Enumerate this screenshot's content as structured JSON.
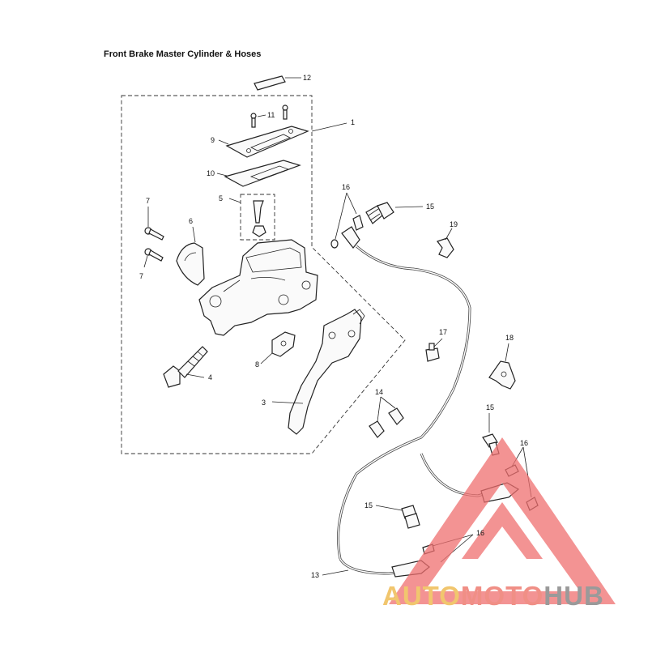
{
  "title": "Front Brake Master Cylinder & Hoses",
  "callouts": {
    "c1": "1",
    "c3": "3",
    "c4": "4",
    "c5": "5",
    "c6": "6",
    "c7a": "7",
    "c7b": "7",
    "c8": "8",
    "c9": "9",
    "c10": "10",
    "c11": "11",
    "c12": "12",
    "c13": "13",
    "c14": "14",
    "c15a": "15",
    "c15b": "15",
    "c15c": "15",
    "c16a": "16",
    "c16b": "16",
    "c16c": "16",
    "c17": "17",
    "c18": "18",
    "c19": "19"
  },
  "watermark": {
    "part1": "AUTO",
    "part2": "MOTO",
    "part3": "HUB",
    "colors": {
      "auto": "#f1c66e",
      "moto": "#f08f86",
      "hub": "#9a9a9a",
      "triangle": "#ef6f6f"
    }
  }
}
